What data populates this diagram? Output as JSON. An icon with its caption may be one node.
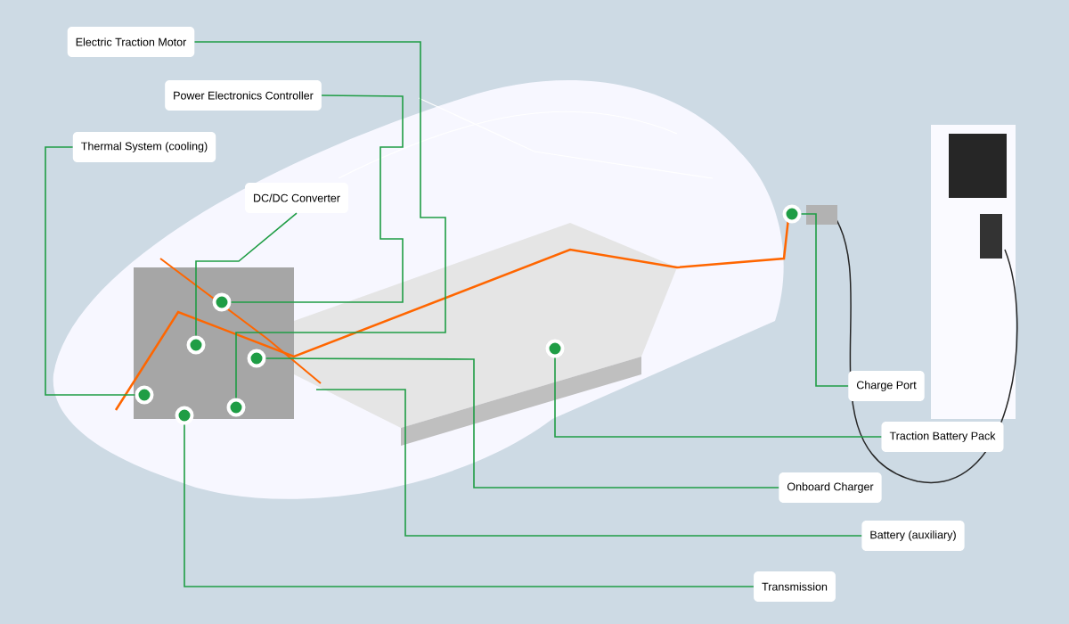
{
  "diagram": {
    "nodes": [
      {
        "text": [
          "Electric Traction Motor"
        ]
      },
      {
        "text": [
          "Power Electronics Controller"
        ]
      },
      {
        "text": [
          "Thermal System (cooling)"
        ]
      },
      {
        "text": [
          "DC/DC Converter"
        ]
      },
      {
        "text": [
          "Charge Port"
        ]
      },
      {
        "text": [
          "Traction Battery Pack"
        ]
      },
      {
        "text": [
          "Onboard Charger"
        ]
      },
      {
        "text": [
          "Battery (auxiliary)"
        ]
      },
      {
        "text": [
          "Transmission"
        ]
      },
      {
        "text": [],
        "shape": "circle"
      },
      {
        "text": [],
        "shape": "circle"
      },
      {
        "text": [],
        "shape": "circle"
      },
      {
        "text": [],
        "shape": "circle"
      },
      {
        "text": [],
        "shape": "circle"
      },
      {
        "text": [],
        "shape": "circle"
      },
      {
        "text": [],
        "shape": "circle"
      },
      {
        "text": [],
        "shape": "circle"
      }
    ],
    "edges": [
      {
        "from": 0,
        "to": 13,
        "arrow": "none"
      },
      {
        "from": 1,
        "to": 12,
        "arrow": "none"
      },
      {
        "from": 2,
        "to": 9,
        "arrow": "none"
      },
      {
        "from": 3,
        "to": 11,
        "arrow": "none"
      },
      {
        "from": 4,
        "to": 16,
        "arrow": "none"
      },
      {
        "from": 5,
        "to": 15,
        "arrow": "none"
      },
      {
        "from": 6,
        "to": 14,
        "arrow": "none"
      },
      {
        "from": 7,
        "to": null,
        "arrow": "none"
      },
      {
        "from": 8,
        "to": 10,
        "arrow": "none"
      }
    ]
  }
}
